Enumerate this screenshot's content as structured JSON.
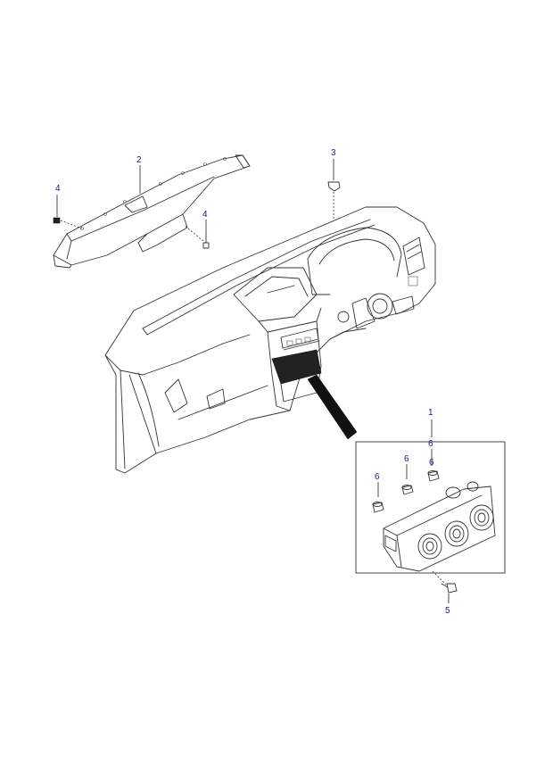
{
  "callouts": {
    "c1": "1",
    "c2": "2",
    "c3": "3",
    "c4a": "4",
    "c4b": "4",
    "c5": "5",
    "c6_top": "6",
    "c6_mid": "6",
    "c6_left": "6",
    "c6_right": "6"
  }
}
